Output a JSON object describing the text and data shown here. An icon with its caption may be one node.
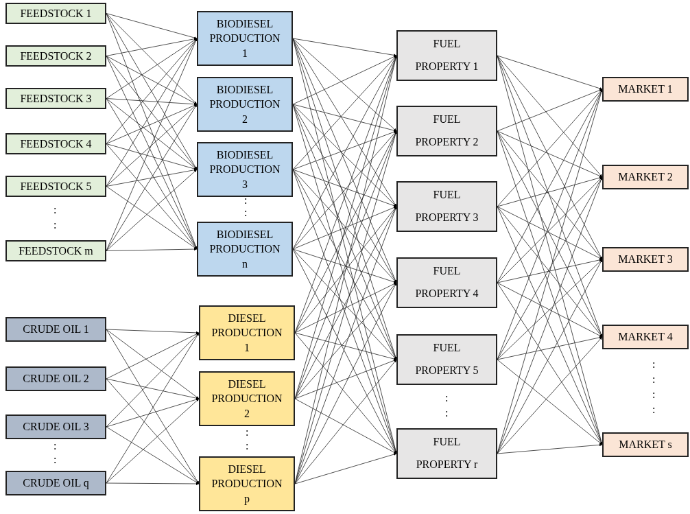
{
  "diagram": {
    "nodes": [
      {
        "text": [
          "FEEDSTOCK 1"
        ]
      },
      {
        "text": [
          "FEEDSTOCK 2"
        ]
      },
      {
        "text": [
          "FEEDSTOCK 3"
        ]
      },
      {
        "text": [
          "FEEDSTOCK 4"
        ]
      },
      {
        "text": [
          "FEEDSTOCK 5"
        ]
      },
      {
        "text": [
          "FEEDSTOCK m"
        ]
      },
      {
        "text": [
          "CRUDE OIL 1"
        ]
      },
      {
        "text": [
          "CRUDE OIL 2"
        ]
      },
      {
        "text": [
          "CRUDE OIL 3"
        ]
      },
      {
        "text": [
          "CRUDE OIL q"
        ]
      },
      {
        "text": [
          "BIODIESEL PRODUCTION 1"
        ]
      },
      {
        "text": [
          "BIODIESEL PRODUCTION 2"
        ]
      },
      {
        "text": [
          "BIODIESEL PRODUCTION 3"
        ]
      },
      {
        "text": [
          "BIODIESEL PRODUCTION n"
        ]
      },
      {
        "text": [
          "DIESEL PRODUCTION 1"
        ]
      },
      {
        "text": [
          "DIESEL PRODUCTION 2"
        ]
      },
      {
        "text": [
          "DIESEL PRODUCTION p"
        ]
      },
      {
        "text": [
          "FUEL PROPERTY 1"
        ]
      },
      {
        "text": [
          "FUEL PROPERTY 2"
        ]
      },
      {
        "text": [
          "FUEL PROPERTY 3"
        ]
      },
      {
        "text": [
          "FUEL PROPERTY 4"
        ]
      },
      {
        "text": [
          "FUEL PROPERTY 5"
        ]
      },
      {
        "text": [
          "FUEL PROPERTY r"
        ]
      },
      {
        "text": [
          "MARKET 1"
        ]
      },
      {
        "text": [
          "MARKET 2"
        ]
      },
      {
        "text": [
          "MARKET 3"
        ]
      },
      {
        "text": [
          "MARKET 4"
        ]
      },
      {
        "text": [
          "MARKET s"
        ]
      }
    ],
    "edges": [
      {
        "from": 0,
        "to": 10,
        "arrow": "to"
      },
      {
        "from": 0,
        "to": 11,
        "arrow": "to"
      },
      {
        "from": 0,
        "to": 12,
        "arrow": "to"
      },
      {
        "from": 0,
        "to": 13,
        "arrow": "to"
      },
      {
        "from": 1,
        "to": 10,
        "arrow": "to"
      },
      {
        "from": 1,
        "to": 11,
        "arrow": "to"
      },
      {
        "from": 1,
        "to": 12,
        "arrow": "to"
      },
      {
        "from": 1,
        "to": 13,
        "arrow": "to"
      },
      {
        "from": 2,
        "to": 10,
        "arrow": "to"
      },
      {
        "from": 2,
        "to": 11,
        "arrow": "to"
      },
      {
        "from": 2,
        "to": 12,
        "arrow": "to"
      },
      {
        "from": 2,
        "to": 13,
        "arrow": "to"
      },
      {
        "from": 3,
        "to": 10,
        "arrow": "to"
      },
      {
        "from": 3,
        "to": 11,
        "arrow": "to"
      },
      {
        "from": 3,
        "to": 12,
        "arrow": "to"
      },
      {
        "from": 3,
        "to": 13,
        "arrow": "to"
      },
      {
        "from": 4,
        "to": 10,
        "arrow": "to"
      },
      {
        "from": 4,
        "to": 11,
        "arrow": "to"
      },
      {
        "from": 4,
        "to": 12,
        "arrow": "to"
      },
      {
        "from": 4,
        "to": 13,
        "arrow": "to"
      },
      {
        "from": 5,
        "to": 10,
        "arrow": "to"
      },
      {
        "from": 5,
        "to": 11,
        "arrow": "to"
      },
      {
        "from": 5,
        "to": 12,
        "arrow": "to"
      },
      {
        "from": 5,
        "to": 13,
        "arrow": "to"
      },
      {
        "from": 6,
        "to": 14,
        "arrow": "to"
      },
      {
        "from": 6,
        "to": 15,
        "arrow": "to"
      },
      {
        "from": 6,
        "to": 16,
        "arrow": "to"
      },
      {
        "from": 7,
        "to": 14,
        "arrow": "to"
      },
      {
        "from": 7,
        "to": 15,
        "arrow": "to"
      },
      {
        "from": 7,
        "to": 16,
        "arrow": "to"
      },
      {
        "from": 8,
        "to": 14,
        "arrow": "to"
      },
      {
        "from": 8,
        "to": 15,
        "arrow": "to"
      },
      {
        "from": 8,
        "to": 16,
        "arrow": "to"
      },
      {
        "from": 9,
        "to": 14,
        "arrow": "to"
      },
      {
        "from": 9,
        "to": 15,
        "arrow": "to"
      },
      {
        "from": 9,
        "to": 16,
        "arrow": "to"
      },
      {
        "from": 10,
        "to": 17,
        "arrow": "to"
      },
      {
        "from": 10,
        "to": 18,
        "arrow": "to"
      },
      {
        "from": 10,
        "to": 19,
        "arrow": "to"
      },
      {
        "from": 10,
        "to": 20,
        "arrow": "to"
      },
      {
        "from": 10,
        "to": 21,
        "arrow": "to"
      },
      {
        "from": 10,
        "to": 22,
        "arrow": "to"
      },
      {
        "from": 11,
        "to": 17,
        "arrow": "to"
      },
      {
        "from": 11,
        "to": 18,
        "arrow": "to"
      },
      {
        "from": 11,
        "to": 19,
        "arrow": "to"
      },
      {
        "from": 11,
        "to": 20,
        "arrow": "to"
      },
      {
        "from": 11,
        "to": 21,
        "arrow": "to"
      },
      {
        "from": 11,
        "to": 22,
        "arrow": "to"
      },
      {
        "from": 12,
        "to": 17,
        "arrow": "to"
      },
      {
        "from": 12,
        "to": 18,
        "arrow": "to"
      },
      {
        "from": 12,
        "to": 19,
        "arrow": "to"
      },
      {
        "from": 12,
        "to": 20,
        "arrow": "to"
      },
      {
        "from": 12,
        "to": 21,
        "arrow": "to"
      },
      {
        "from": 12,
        "to": 22,
        "arrow": "to"
      },
      {
        "from": 13,
        "to": 17,
        "arrow": "to"
      },
      {
        "from": 13,
        "to": 18,
        "arrow": "to"
      },
      {
        "from": 13,
        "to": 19,
        "arrow": "to"
      },
      {
        "from": 13,
        "to": 20,
        "arrow": "to"
      },
      {
        "from": 13,
        "to": 21,
        "arrow": "to"
      },
      {
        "from": 13,
        "to": 22,
        "arrow": "to"
      },
      {
        "from": 14,
        "to": 17,
        "arrow": "to"
      },
      {
        "from": 14,
        "to": 18,
        "arrow": "to"
      },
      {
        "from": 14,
        "to": 19,
        "arrow": "to"
      },
      {
        "from": 14,
        "to": 20,
        "arrow": "to"
      },
      {
        "from": 14,
        "to": 21,
        "arrow": "to"
      },
      {
        "from": 14,
        "to": 22,
        "arrow": "to"
      },
      {
        "from": 15,
        "to": 17,
        "arrow": "to"
      },
      {
        "from": 15,
        "to": 18,
        "arrow": "to"
      },
      {
        "from": 15,
        "to": 19,
        "arrow": "to"
      },
      {
        "from": 15,
        "to": 20,
        "arrow": "to"
      },
      {
        "from": 15,
        "to": 21,
        "arrow": "to"
      },
      {
        "from": 15,
        "to": 22,
        "arrow": "to"
      },
      {
        "from": 16,
        "to": 17,
        "arrow": "to"
      },
      {
        "from": 16,
        "to": 18,
        "arrow": "to"
      },
      {
        "from": 16,
        "to": 19,
        "arrow": "to"
      },
      {
        "from": 16,
        "to": 20,
        "arrow": "to"
      },
      {
        "from": 16,
        "to": 21,
        "arrow": "to"
      },
      {
        "from": 16,
        "to": 22,
        "arrow": "to"
      },
      {
        "from": 17,
        "to": 23,
        "arrow": "to"
      },
      {
        "from": 17,
        "to": 24,
        "arrow": "to"
      },
      {
        "from": 17,
        "to": 25,
        "arrow": "to"
      },
      {
        "from": 17,
        "to": 26,
        "arrow": "to"
      },
      {
        "from": 17,
        "to": 27,
        "arrow": "to"
      },
      {
        "from": 18,
        "to": 23,
        "arrow": "to"
      },
      {
        "from": 18,
        "to": 24,
        "arrow": "to"
      },
      {
        "from": 18,
        "to": 25,
        "arrow": "to"
      },
      {
        "from": 18,
        "to": 26,
        "arrow": "to"
      },
      {
        "from": 18,
        "to": 27,
        "arrow": "to"
      },
      {
        "from": 19,
        "to": 23,
        "arrow": "to"
      },
      {
        "from": 19,
        "to": 24,
        "arrow": "to"
      },
      {
        "from": 19,
        "to": 25,
        "arrow": "to"
      },
      {
        "from": 19,
        "to": 26,
        "arrow": "to"
      },
      {
        "from": 19,
        "to": 27,
        "arrow": "to"
      },
      {
        "from": 20,
        "to": 23,
        "arrow": "to"
      },
      {
        "from": 20,
        "to": 24,
        "arrow": "to"
      },
      {
        "from": 20,
        "to": 25,
        "arrow": "to"
      },
      {
        "from": 20,
        "to": 26,
        "arrow": "to"
      },
      {
        "from": 20,
        "to": 27,
        "arrow": "to"
      },
      {
        "from": 21,
        "to": 23,
        "arrow": "to"
      },
      {
        "from": 21,
        "to": 24,
        "arrow": "to"
      },
      {
        "from": 21,
        "to": 25,
        "arrow": "to"
      },
      {
        "from": 21,
        "to": 26,
        "arrow": "to"
      },
      {
        "from": 21,
        "to": 27,
        "arrow": "to"
      },
      {
        "from": 22,
        "to": 23,
        "arrow": "to"
      },
      {
        "from": 22,
        "to": 24,
        "arrow": "to"
      },
      {
        "from": 22,
        "to": 25,
        "arrow": "to"
      },
      {
        "from": 22,
        "to": 26,
        "arrow": "to"
      },
      {
        "from": 22,
        "to": 27,
        "arrow": "to"
      }
    ],
    "labels": [
      ":",
      ":",
      ":",
      ":",
      ":",
      ":",
      ":",
      ":",
      ":",
      ":",
      ":",
      ":",
      ":",
      ":"
    ]
  }
}
